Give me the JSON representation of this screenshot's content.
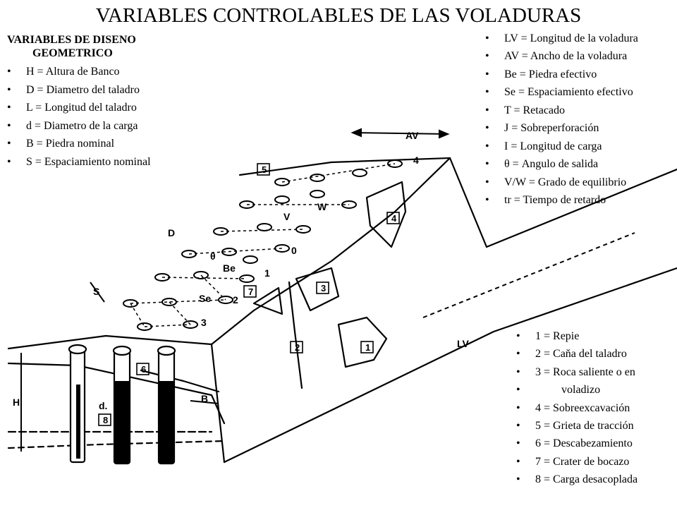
{
  "title": "VARIABLES CONTROLABLES DE LAS VOLADURAS",
  "subhead": {
    "line1": "VARIABLES  DE DISENO",
    "line2": "GEOMETRICO"
  },
  "left_list": [
    "H = Altura de Banco",
    "D = Diametro  del taladro",
    "L = Longitud  del taladro",
    "d = Diametro  de la carga",
    "B = Piedra nominal",
    "S = Espaciamiento  nominal"
  ],
  "right_list": [
    "LV = Longitud de la voladura",
    "AV = Ancho de la voladura",
    "Be = Piedra efectivo",
    "Se = Espaciamiento efectivo",
    "T = Retacado",
    "J = Sobreperforación",
    "I = Longitud de carga",
    "θ = Angulo de salida",
    "V/W  = Grado de equilibrio",
    "tr = Tiempo de retardo"
  ],
  "legend_list": [
    "1 = Repie",
    "2 = Caňa del taladro",
    "3 = Roca saliente o en",
    "voladizo",
    "4 = Sobreexcavación",
    "5 = Grieta de tracción",
    "6 = Descabezamiento",
    "7 = Crater de bocazo",
    "8 = Carga desacoplada"
  ],
  "diagram_labels": {
    "av": "AV",
    "lv": "LV",
    "h": "H",
    "d_upper": "D",
    "d_lower": "d.",
    "s": "S",
    "se": "Se",
    "be": "Be",
    "b": "B",
    "theta": "θ",
    "v": "V",
    "w": "W",
    "row_1": "1",
    "row_2": "2",
    "row_3": "3",
    "row_4": "4",
    "row_0": "0",
    "mark_1": "1",
    "mark_2": "2",
    "mark_3": "3",
    "mark_4": "4",
    "mark_5": "5",
    "mark_6": "6",
    "mark_7": "7",
    "mark_8": "8"
  }
}
